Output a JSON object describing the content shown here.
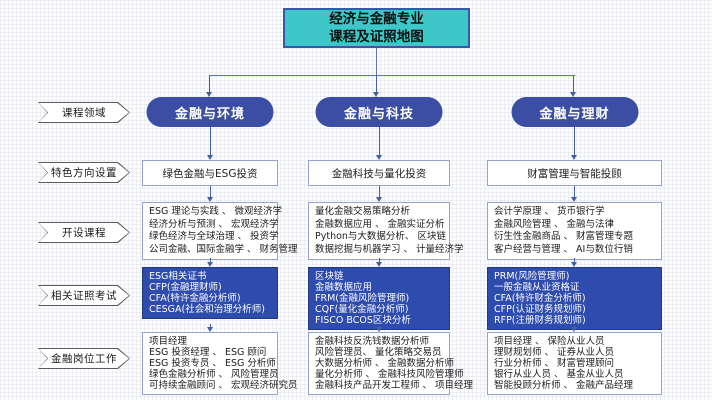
{
  "title": {
    "line1": "经济与金融专业",
    "line2": "课程及证照地图"
  },
  "row_labels": [
    "课程领域",
    "特色方向设置",
    "开设课程",
    "相关证照考试",
    "金融岗位工作"
  ],
  "columns": [
    {
      "header": "金融与环境",
      "direction": "绿色金融与ESG投资",
      "courses": [
        "ESG 理论与实践 、 微观经济学",
        "经济分析与预测 、 宏观经济学",
        "绿色经济与全球治理 、 投资学",
        "公司金融、国际金融学 、 财务管理"
      ],
      "certs": [
        "ESG相关证书",
        "CFP(金融理财师)",
        "CFA(特许金融分析师)",
        "CESGA(社会和治理分析师)"
      ],
      "jobs": [
        "项目经理",
        "ESG 投资经理 、 ESG 顾问",
        "ESG 投资专员 、 ESG 分析师",
        "绿色金融分析师 、 风险管理员",
        "可持续金融顾问 、 宏观经济研究员"
      ]
    },
    {
      "header": "金融与科技",
      "direction": "金融科技与量化投资",
      "courses": [
        "量化金融交易策略分析",
        "金融数据应用 、 金融实证分析",
        "Python与大数据分析、 区块链",
        "数据挖掘与机器学习 、 计量经济学"
      ],
      "certs": [
        "区块链",
        "金融数据应用",
        "FRM(金融风险管理师)",
        "CQF(量化金融分析师)",
        "FISCO BCOS区块分析"
      ],
      "jobs": [
        "金融科技反洗钱数据分析师",
        "风险管理员、 量化策略交易员",
        "大数据分析师 、 金融数据分析师",
        "量化分析师 、 金融科技风险管理师",
        "金融科技产品开发工程师 、 项目经理"
      ]
    },
    {
      "header": "金融与理财",
      "direction": "财富管理与智能投顾",
      "courses": [
        "会计学原理 、 货币银行学",
        "金融风险管理 、 金融与法律",
        "衍生性金融商品 、 财富管理专题",
        "客户经营与管理 、 AI与数位行销"
      ],
      "certs": [
        "PRM(风险管理师)",
        "一般金融从业资格证",
        "CFA(特许财金分析师)",
        "CFP(认证财务规划师)",
        "RFP(注册财务规划师)"
      ],
      "jobs": [
        "项目经理 、 保险从业人员",
        "理财规划师 、 证券从业人员",
        "行业分析师 、 财富管理顾问",
        "银行从业人员 、 基金从业人员",
        "智能投顾分析师 、 金融产品经理"
      ]
    }
  ],
  "colors": {
    "title_fill": "#3ec7c9",
    "header_pill": "#3b4ea4",
    "cert_box": "#2e4bae",
    "box_border": "#93a4d2",
    "connector": "#44609f"
  }
}
